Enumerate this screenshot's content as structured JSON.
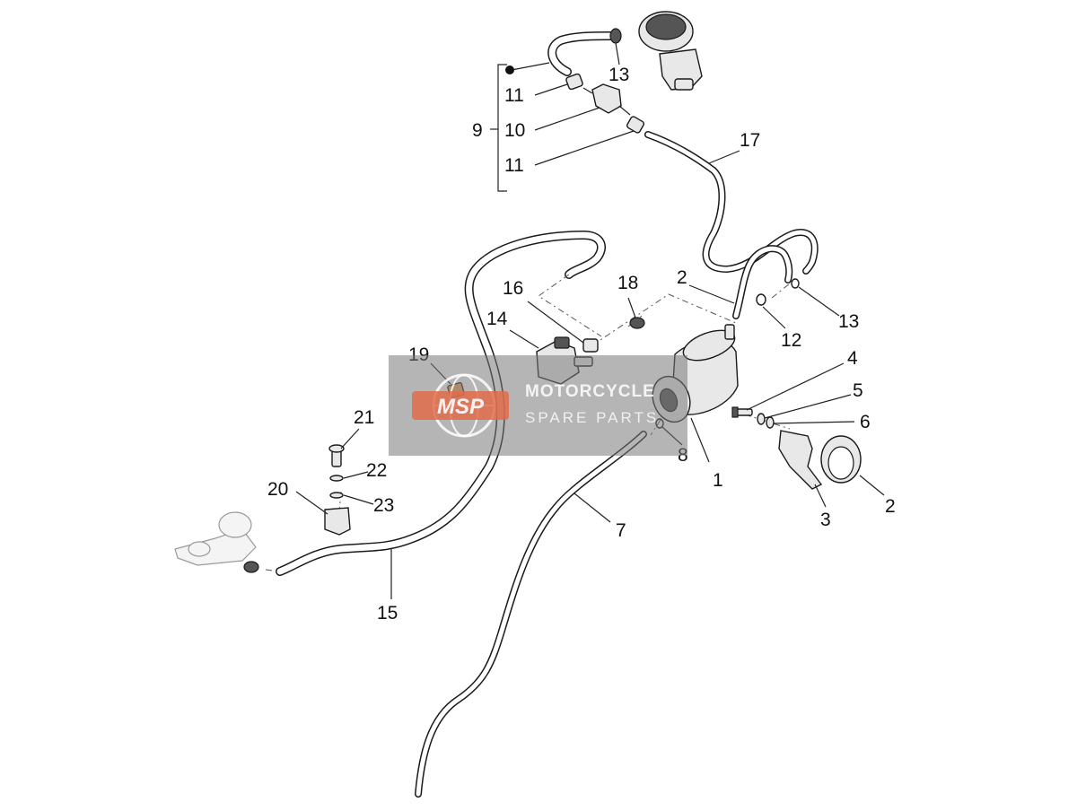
{
  "watermark": {
    "logo_text": "MSP",
    "line1": "MOTORCYCLE",
    "line2": "SPARE PARTS"
  },
  "callouts": {
    "c1": "1",
    "c2a": "2",
    "c2b": "2",
    "c3": "3",
    "c4": "4",
    "c5": "5",
    "c6": "6",
    "c7": "7",
    "c8": "8",
    "c9": "9",
    "c10": "10",
    "c11a": "11",
    "c11b": "11",
    "c12": "12",
    "c13a": "13",
    "c13b": "13",
    "c14": "14",
    "c15": "15",
    "c16": "16",
    "c17": "17",
    "c18": "18",
    "c19": "19",
    "c20": "20",
    "c21": "21",
    "c22": "22",
    "c23": "23"
  },
  "colors": {
    "line": "#1a1a1a",
    "watermark_bg": "#787878",
    "watermark_accent": "#e06b4a"
  }
}
